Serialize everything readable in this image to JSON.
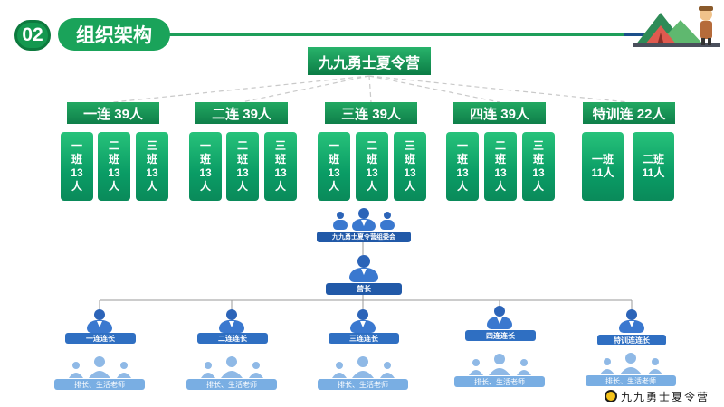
{
  "header": {
    "number": "02",
    "title": "组织架构"
  },
  "camp": {
    "name": "九九勇士夏令营"
  },
  "companies": [
    {
      "name": "一连 39人",
      "squads": [
        [
          "一",
          "班",
          "13",
          "人"
        ],
        [
          "二",
          "班",
          "13",
          "人"
        ],
        [
          "三",
          "班",
          "13",
          "人"
        ]
      ]
    },
    {
      "name": "二连 39人",
      "squads": [
        [
          "一",
          "班",
          "13",
          "人"
        ],
        [
          "二",
          "班",
          "13",
          "人"
        ],
        [
          "三",
          "班",
          "13",
          "人"
        ]
      ]
    },
    {
      "name": "三连 39人",
      "squads": [
        [
          "一",
          "班",
          "13",
          "人"
        ],
        [
          "二",
          "班",
          "13",
          "人"
        ],
        [
          "三",
          "班",
          "13",
          "人"
        ]
      ]
    },
    {
      "name": "四连 39人",
      "squads": [
        [
          "一",
          "班",
          "13",
          "人"
        ],
        [
          "二",
          "班",
          "13",
          "人"
        ],
        [
          "三",
          "班",
          "13",
          "人"
        ]
      ]
    },
    {
      "name": "特训连 22人",
      "squads": [
        [
          "一班",
          "11人"
        ],
        [
          "二班",
          "11人"
        ]
      ]
    }
  ],
  "org": {
    "committee": "九九勇士夏令营组委会",
    "commander": "营长",
    "leaders": [
      "一连连长",
      "二连连长",
      "三连连长",
      "四连连长",
      "特训连连长"
    ],
    "staff": [
      "排长、生活老师",
      "排长、生活老师",
      "排长、生活老师",
      "排长、生活老师",
      "排长、生活老师"
    ]
  },
  "brand": {
    "text": "九九勇士夏令营"
  },
  "colors": {
    "green": "#1aa35a",
    "dark_green": "#0b7c45",
    "blue": "#2159a8",
    "light_blue": "#79aee3"
  }
}
